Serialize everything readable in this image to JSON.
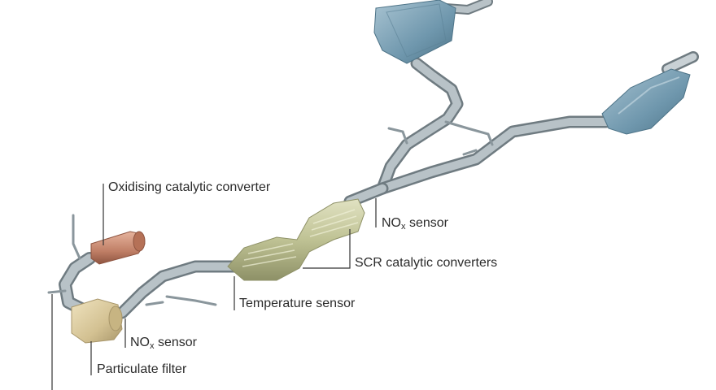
{
  "labels": {
    "oxidising_catalytic_converter": "Oxidising catalytic converter",
    "nox_sensor_rear": {
      "main": "NO",
      "sub": "x",
      "rest": " sensor"
    },
    "scr_catalytic_converters": "SCR catalytic converters",
    "temperature_sensor": "Temperature sensor",
    "nox_sensor_front": {
      "main": "NO",
      "sub": "x",
      "rest": " sensor"
    },
    "particulate_filter": "Particulate filter"
  },
  "colors": {
    "pipe": "#a9b4b9",
    "pipe_dark": "#7d8a90",
    "muffler": "#7fa3b8",
    "scr": "#c2c59a",
    "oxi_cat": "#c98a72",
    "dpf": "#d9c99c",
    "leader_line": "#333333",
    "text": "#2b2b2b"
  }
}
